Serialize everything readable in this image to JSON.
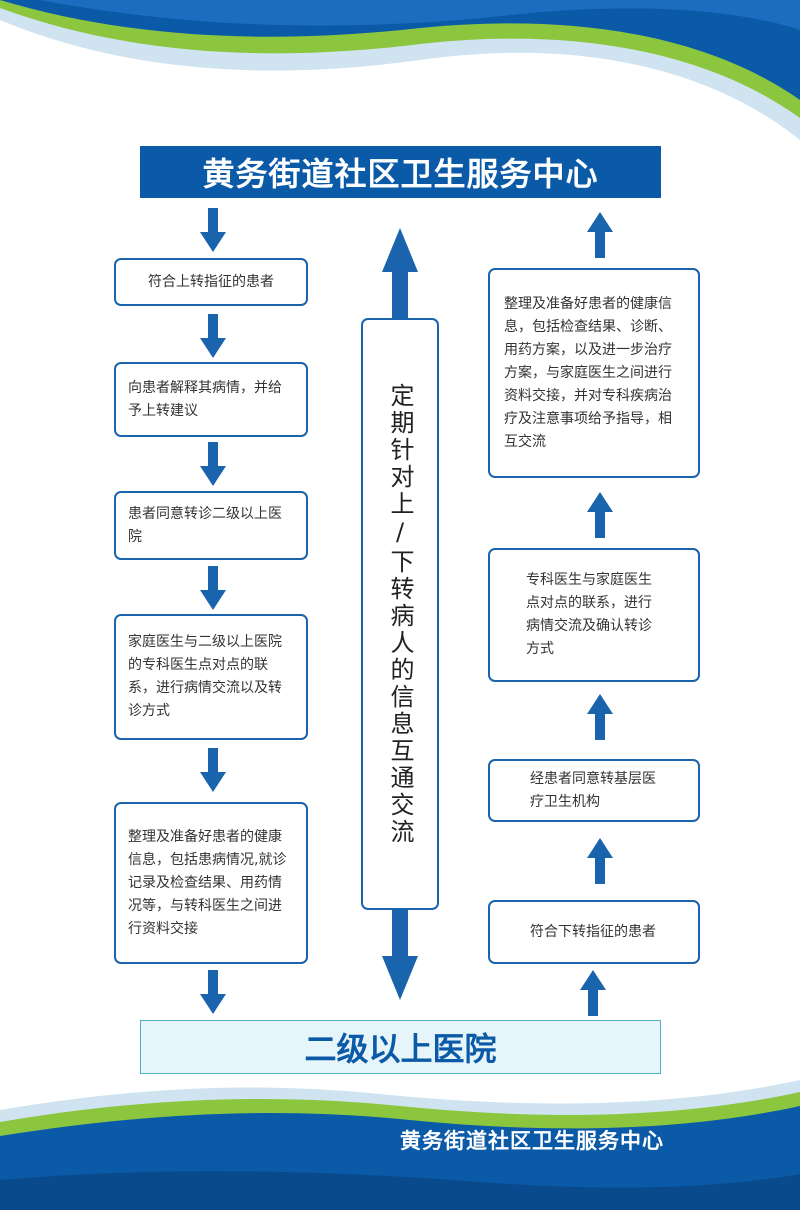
{
  "header": {
    "title": "黄务街道社区卫生服务中心"
  },
  "footer": {
    "banner_label": "二级以上医院",
    "org_name": "黄务街道社区卫生服务中心"
  },
  "center_column": {
    "text": "定期针对上/下转病人的信息互通交流"
  },
  "left_steps": [
    "符合上转指征的患者",
    "向患者解释其病情，并给予上转建议",
    "患者同意转诊二级以上医院",
    "家庭医生与二级以上医院的专科医生点对点的联系，进行病情交流以及转诊方式",
    "整理及准备好患者的健康信息，包括患病情况,就诊记录及检查结果、用药情况等，与转科医生之间进行资料交接"
  ],
  "right_steps": [
    "整理及准备好患者的健康信息，包括检查结果、诊断、用药方案，以及进一步治疗方案，与家庭医生之间进行资料交接，并对专科疾病治疗及注意事项给予指导，相互交流",
    "专科医生与家庭医生点对点的联系，进行病情交流及确认转诊方式",
    "经患者同意转基层医疗卫生机构",
    "符合下转指征的患者"
  ],
  "colors": {
    "primary_blue": "#0b5aa8",
    "box_border": "#1a63ad",
    "accent_green": "#8cc63f",
    "light_cyan": "#e6f5f9"
  }
}
